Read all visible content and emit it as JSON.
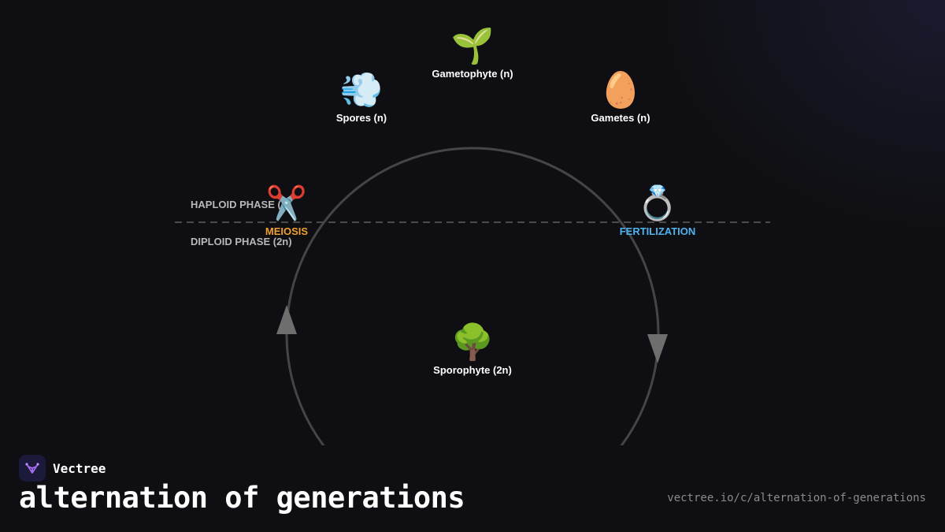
{
  "diagram": {
    "phases": {
      "haploid": "HAPLOID PHASE (n)",
      "diploid": "DIPLOID PHASE (2n)"
    },
    "nodes": {
      "gametophyte": {
        "icon": "seedling-icon",
        "emoji": "🌱",
        "label": "Gametophyte (n)"
      },
      "spores": {
        "icon": "dash-cloud-icon",
        "emoji": "💨",
        "label": "Spores (n)"
      },
      "gametes": {
        "icon": "egg-icon",
        "emoji": "🥚",
        "label": "Gametes (n)"
      },
      "sporophyte": {
        "icon": "tree-icon",
        "emoji": "🌳",
        "label": "Sporophyte (2n)"
      }
    },
    "events": {
      "meiosis": {
        "icon": "scissors-icon",
        "emoji": "✂️",
        "label": "MEIOSIS",
        "color": "#f0a030"
      },
      "fertilization": {
        "icon": "ring-icon",
        "emoji": "💍",
        "label": "FERTILIZATION",
        "color": "#4fb3f0"
      }
    },
    "colors": {
      "cycle_line": "#454545",
      "arrow": "#6e6e6e",
      "divider": "#4a4a4a"
    }
  },
  "footer": {
    "brand_name": "Vectree",
    "title": "alternation of generations",
    "url": "vectree.io/c/alternation-of-generations"
  }
}
